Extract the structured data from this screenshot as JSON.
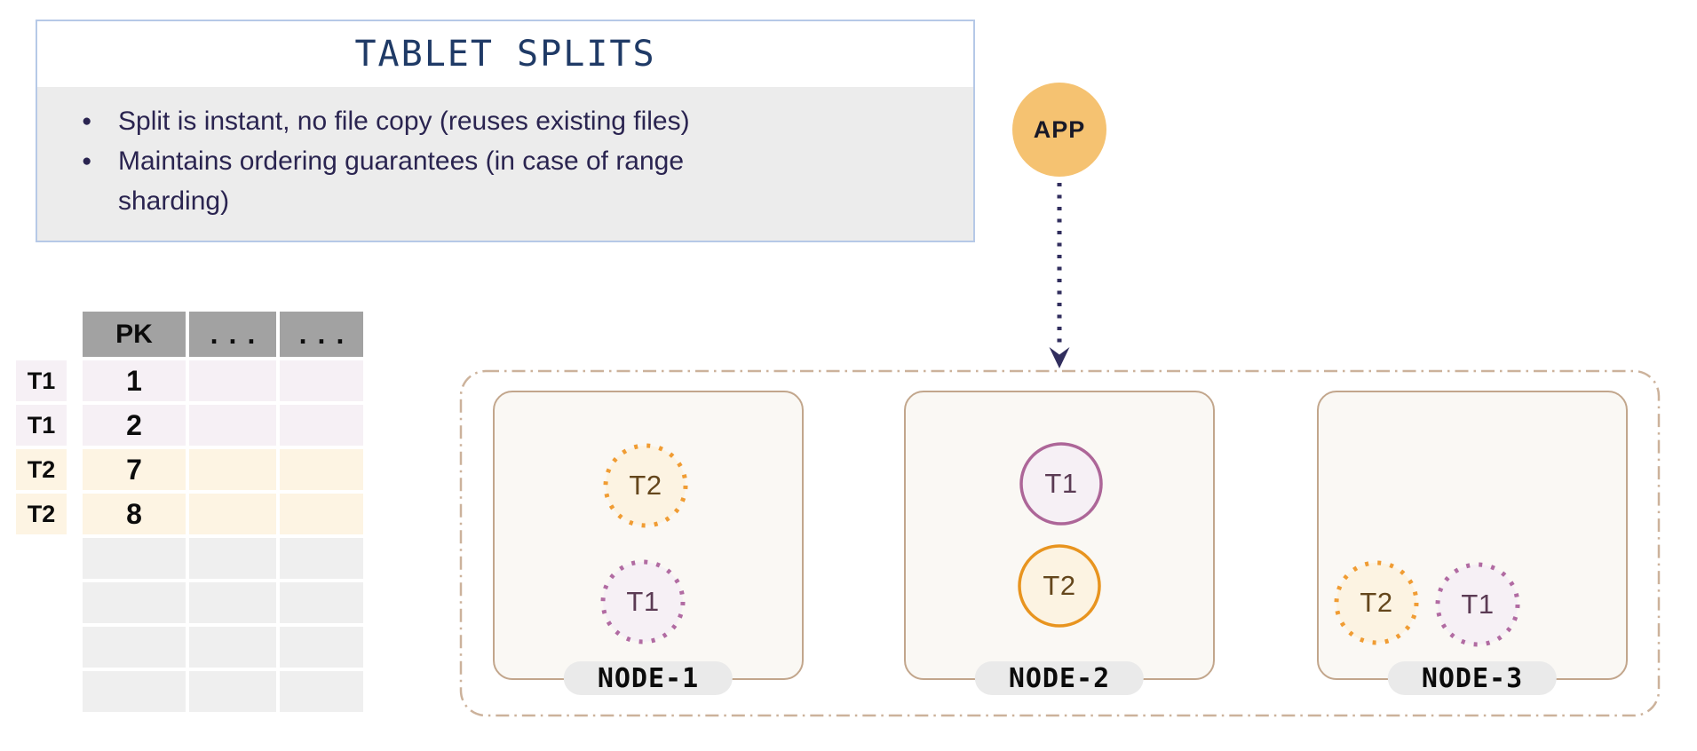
{
  "info_box": {
    "title": "TABLET SPLITS",
    "bullets": [
      "Split is instant, no file copy (reuses existing files)",
      "Maintains ordering guarantees (in case of range sharding)"
    ]
  },
  "app": {
    "label": "APP"
  },
  "table": {
    "headers": [
      "PK",
      "...",
      "..."
    ],
    "rows": [
      {
        "tablet": "T1",
        "pk": "1"
      },
      {
        "tablet": "T1",
        "pk": "2"
      },
      {
        "tablet": "T2",
        "pk": "7"
      },
      {
        "tablet": "T2",
        "pk": "8"
      }
    ],
    "empty_row_count": 4
  },
  "cluster": {
    "nodes": [
      {
        "label": "NODE-1",
        "tablets": [
          {
            "name": "T2",
            "style": "dotted",
            "color": "orange"
          },
          {
            "name": "T1",
            "style": "dotted",
            "color": "purple"
          }
        ]
      },
      {
        "label": "NODE-2",
        "tablets": [
          {
            "name": "T1",
            "style": "solid",
            "color": "purple"
          },
          {
            "name": "T2",
            "style": "solid",
            "color": "orange"
          }
        ]
      },
      {
        "label": "NODE-3",
        "tablets": [
          {
            "name": "T2",
            "style": "dotted",
            "color": "orange"
          },
          {
            "name": "T1",
            "style": "dotted",
            "color": "purple"
          }
        ]
      }
    ]
  },
  "colors": {
    "info_border_blue": "#b6c9e7",
    "title_navy": "#1f3a66",
    "bullet_text_navy": "#2a2450",
    "app_orange": "#f5c271",
    "arrow_navy": "#312e5e",
    "cluster_dash_tan": "#ccb29b",
    "node_border_tan": "#c2a68c",
    "node_fill": "#faf8f4",
    "pill_gray": "#eaeaea",
    "orange_stroke": "#e8941f",
    "orange_dot": "#f09c33",
    "orange_fill": "#fcf3e2",
    "purple_stroke": "#ad6698",
    "purple_dot": "#b16ba2",
    "purple_fill": "#f6f0f5",
    "header_gray": "#a2a2a2",
    "row_lavender": "#f6f0f5",
    "row_cream": "#fdf4e3",
    "row_empty_gray": "#efefef"
  }
}
